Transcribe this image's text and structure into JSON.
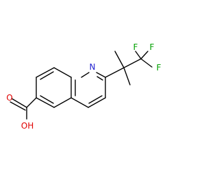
{
  "molecule": {
    "labels": {
      "nitrogen": "N",
      "hydroxyl": "OH",
      "carbonyl_oxygen": "O",
      "fluorine_top_left": "F",
      "fluorine_top_right": "F",
      "fluorine_right": "F"
    },
    "colors": {
      "nitrogen": "#1f1fd1",
      "oxygen": "#e00000",
      "fluorine": "#00a000",
      "bond": "#000000"
    }
  }
}
